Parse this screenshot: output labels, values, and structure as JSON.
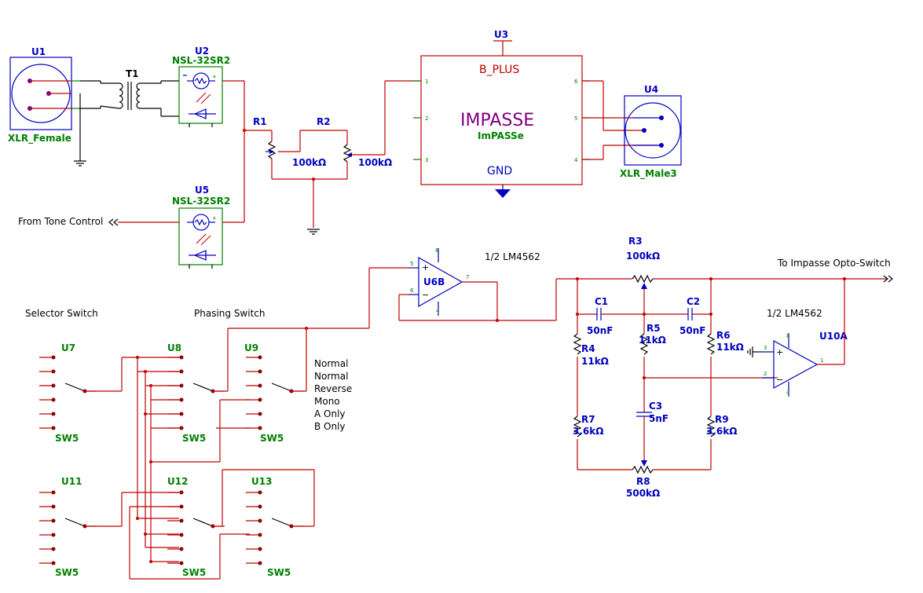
{
  "components": {
    "u1": {
      "ref": "U1",
      "value": "XLR_Female"
    },
    "t1": {
      "ref": "T1"
    },
    "u2": {
      "ref": "U2",
      "value": "NSL-32SR2"
    },
    "u5": {
      "ref": "U5",
      "value": "NSL-32SR2"
    },
    "r1": {
      "ref": "R1"
    },
    "r2": {
      "ref": "R2",
      "value_left": "100kΩ",
      "value_right": "100kΩ"
    },
    "u3": {
      "ref": "U3",
      "title": "IMPASSE",
      "subtitle": "ImPASSe",
      "top_pin": "B_PLUS",
      "bottom_pin": "GND"
    },
    "u4": {
      "ref": "U4",
      "value": "XLR_Male3"
    },
    "u6b": {
      "ref": "U6B",
      "part": "1/2 LM4562"
    },
    "u10a": {
      "ref": "U10A",
      "part": "1/2 LM4562"
    },
    "r3": {
      "ref": "R3",
      "value": "100kΩ"
    },
    "r4": {
      "ref": "R4",
      "value": "11kΩ"
    },
    "r5": {
      "ref": "R5",
      "value": "11kΩ"
    },
    "r6": {
      "ref": "R6",
      "value": "11kΩ"
    },
    "r7": {
      "ref": "R7",
      "value": "3.6kΩ"
    },
    "r8": {
      "ref": "R8",
      "value": "500kΩ"
    },
    "r9": {
      "ref": "R9",
      "value": "3.6kΩ"
    },
    "c1": {
      "ref": "C1",
      "value": "50nF"
    },
    "c2": {
      "ref": "C2",
      "value": "50nF"
    },
    "c3": {
      "ref": "C3",
      "value": "5nF"
    },
    "u7": {
      "ref": "U7",
      "value": "SW5"
    },
    "u8": {
      "ref": "U8",
      "value": "SW5"
    },
    "u9": {
      "ref": "U9",
      "value": "SW5"
    },
    "u11": {
      "ref": "U11",
      "value": "SW5"
    },
    "u12": {
      "ref": "U12",
      "value": "SW5"
    },
    "u13": {
      "ref": "U13",
      "value": "SW5"
    }
  },
  "labels": {
    "from_tone": "From Tone Control",
    "to_impasse": "To Impasse Opto-Switch",
    "selector": "Selector Switch",
    "phasing": "Phasing Switch",
    "modes": [
      "Normal",
      "Normal",
      "Reverse",
      "Mono",
      "A Only",
      "B Only"
    ]
  },
  "pins": {
    "u3_left": [
      "1",
      "2",
      "3"
    ],
    "u3_right": [
      "6",
      "5",
      "4"
    ],
    "u6b": [
      "5",
      "6",
      "7",
      "8",
      "4"
    ],
    "u10a": [
      "3",
      "2",
      "1",
      "8",
      "4"
    ]
  },
  "colors": {
    "wire": "#c00000",
    "component": "#0000c0",
    "value": "#008000",
    "text": "#000000",
    "u3_title": "#800080"
  }
}
